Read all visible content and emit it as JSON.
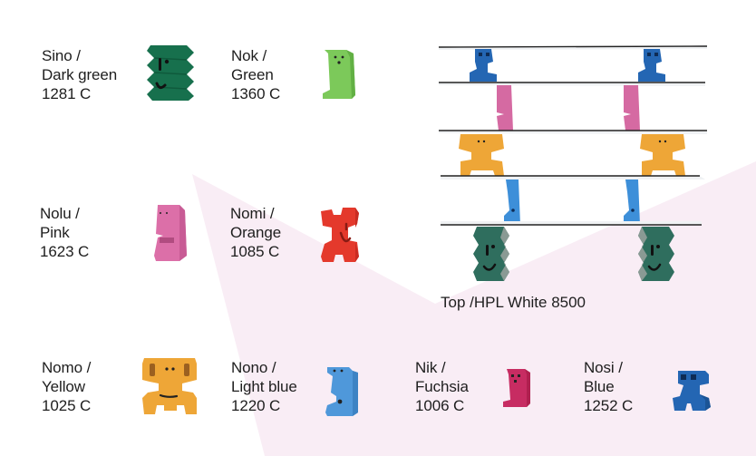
{
  "colors": {
    "background": "#ffffff",
    "wedge": "#f9edf5",
    "text": "#1e1e1e"
  },
  "items": [
    {
      "name": "Sino /",
      "color": "Dark green",
      "code": "1281 C",
      "swatch": "#17704d",
      "shape": "zigzag-face"
    },
    {
      "name": "Nok /",
      "color": "Green",
      "code": "1360 C",
      "swatch": "#7cc95a",
      "shape": "wedge-face"
    },
    {
      "name": "Nolu /",
      "color": "Pink",
      "code": "1623 C",
      "swatch": "#dc6fa8",
      "shape": "nose-face"
    },
    {
      "name": "Nomi /",
      "color": "Orange",
      "code": "1085 C",
      "swatch": "#e4392c",
      "shape": "h-face"
    },
    {
      "name": "Nomo /",
      "color": "Yellow",
      "code": "1025 C",
      "swatch": "#eea637",
      "shape": "monkey-face"
    },
    {
      "name": "Nono /",
      "color": "Light blue",
      "code": "1220 C",
      "swatch": "#4f98da",
      "shape": "profile-face"
    },
    {
      "name": "Nik /",
      "color": "Fuchsia",
      "code": "1006 C",
      "swatch": "#c72c62",
      "shape": "wedge-face"
    },
    {
      "name": "Nosi /",
      "color": "Blue",
      "code": "1252 C",
      "swatch": "#2466b3",
      "shape": "robot-face"
    }
  ],
  "shelf": {
    "caption": "Top /HPL White 8500"
  }
}
